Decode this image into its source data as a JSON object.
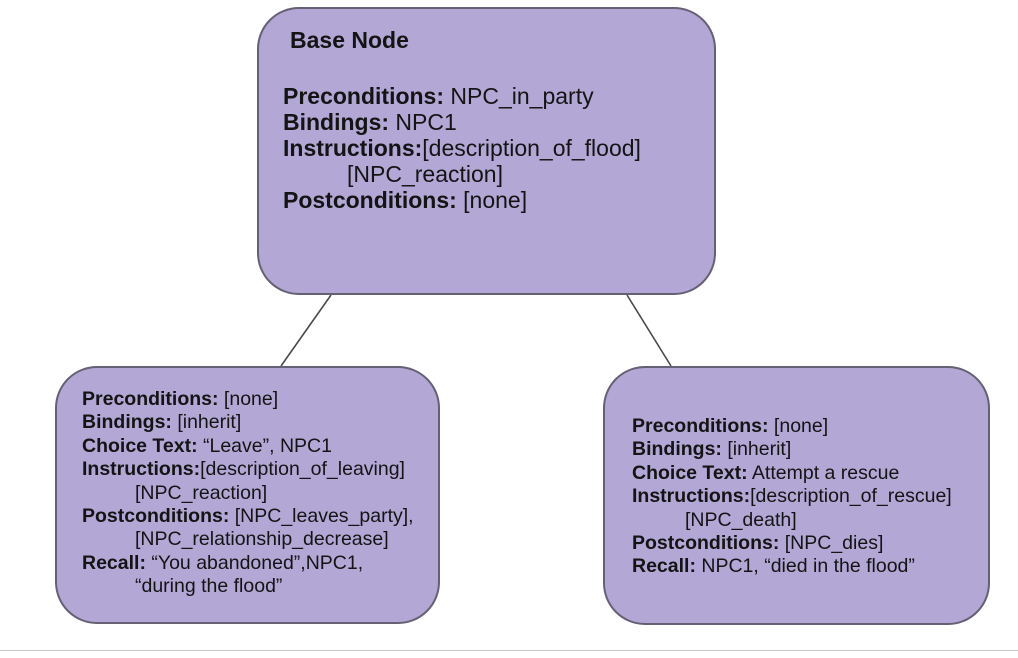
{
  "diagram": {
    "node_fill": "#b2a7d5",
    "node_border": "#666074",
    "connector_color": "#4a4a4a",
    "nodes": {
      "base": {
        "title": "Base Node",
        "lines": [
          {
            "label": "Preconditions:",
            "value": " NPC_in_party"
          },
          {
            "label": "Bindings:",
            "value": " NPC1"
          },
          {
            "label": "Instructions:",
            "value": "[description_of_flood]"
          },
          {
            "label": "",
            "value": "[NPC_reaction]"
          },
          {
            "label": "Postconditions:",
            "value": " [none]"
          }
        ]
      },
      "leave": {
        "lines": [
          {
            "label": "Preconditions:",
            "value": " [none]"
          },
          {
            "label": "Bindings:",
            "value": " [inherit]"
          },
          {
            "label": "Choice Text:",
            "value": " “Leave”, NPC1"
          },
          {
            "label": "Instructions:",
            "value": "[description_of_leaving]"
          },
          {
            "label": "",
            "value": "[NPC_reaction]"
          },
          {
            "label": "Postconditions:",
            "value": " [NPC_leaves_party],"
          },
          {
            "label": "",
            "value": "[NPC_relationship_decrease]"
          },
          {
            "label": "Recall:",
            "value": " “You abandoned”,NPC1,"
          },
          {
            "label": "",
            "value": "“during the flood”"
          }
        ]
      },
      "rescue": {
        "lines": [
          {
            "label": "Preconditions:",
            "value": " [none]"
          },
          {
            "label": "Bindings:",
            "value": " [inherit]"
          },
          {
            "label": "Choice Text:",
            "value": " Attempt a rescue"
          },
          {
            "label": "Instructions:",
            "value": "[description_of_rescue]"
          },
          {
            "label": "",
            "value": "[NPC_death]"
          },
          {
            "label": "Postconditions:",
            "value": " [NPC_dies]"
          },
          {
            "label": "Recall:",
            "value": " NPC1, “died in the flood”"
          }
        ]
      }
    }
  }
}
